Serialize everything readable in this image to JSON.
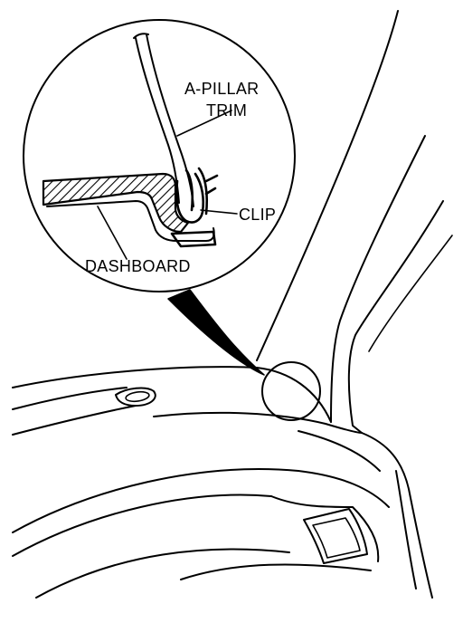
{
  "labels": {
    "a_pillar": "A-PILLAR",
    "trim": "TRIM",
    "clip": "CLIP",
    "dashboard": "DASHBOARD"
  },
  "colors": {
    "ink": "#000000",
    "paper": "#ffffff"
  }
}
